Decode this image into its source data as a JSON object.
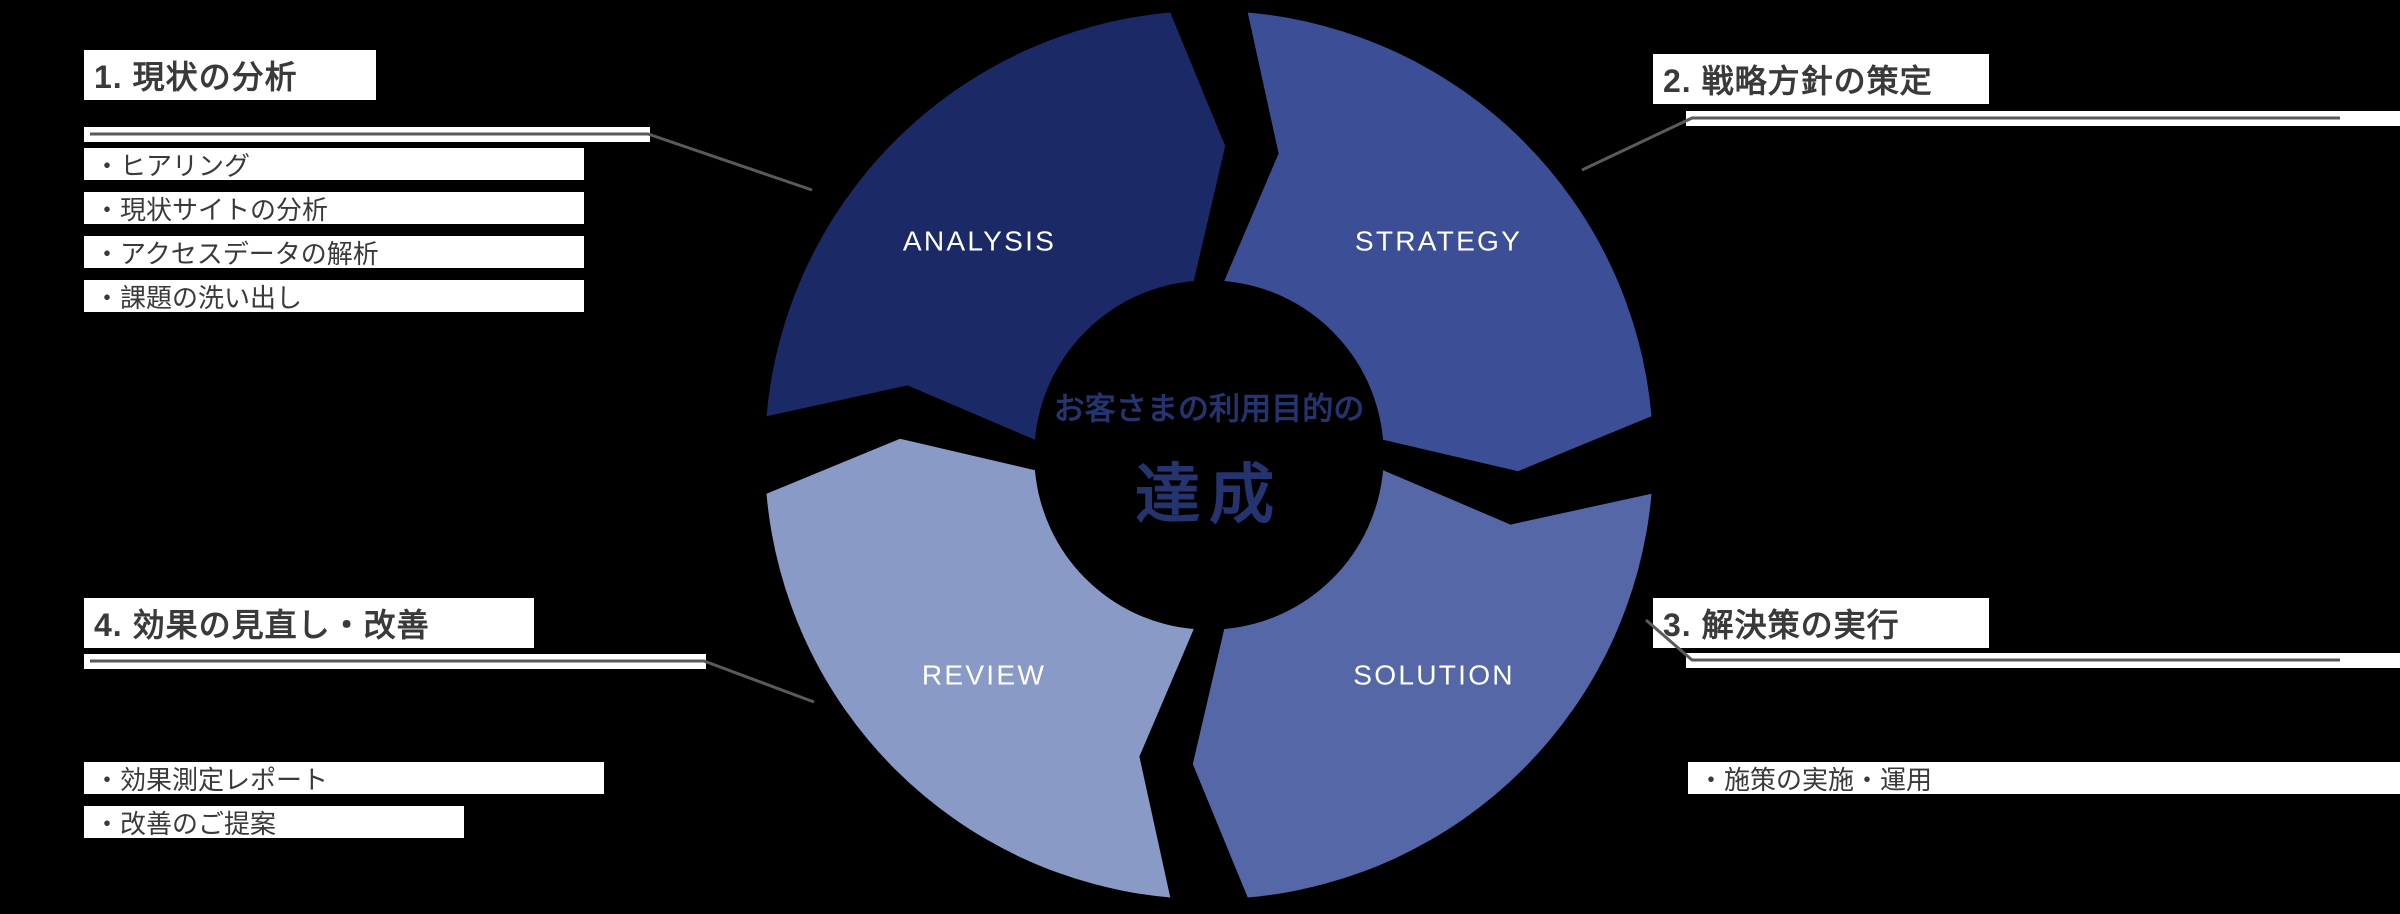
{
  "colors": {
    "background": "#000000",
    "band": "#ffffff",
    "segment_analysis": "#1b2a67",
    "segment_strategy": "#3c4e95",
    "segment_solution": "#5567a7",
    "segment_review": "#8a9ac6",
    "segment_label": "#ffffff",
    "center_text": "#25336f",
    "annotation_text": "#3a3a3a",
    "connector": "#5a5a5a"
  },
  "cycle": {
    "segments": [
      {
        "label": "ANALYSIS"
      },
      {
        "label": "STRATEGY"
      },
      {
        "label": "SOLUTION"
      },
      {
        "label": "REVIEW"
      }
    ],
    "center": {
      "line1": "お客さまの利用目的の",
      "line2": "達成"
    }
  },
  "annotations": {
    "block1": {
      "heading": "1. 現状の分析",
      "items": [
        "・ヒアリング",
        "・現状サイトの分析",
        "・アクセスデータの解析",
        "・課題の洗い出し"
      ]
    },
    "block2": {
      "heading": "2. 戦略方針の策定",
      "items": []
    },
    "block3": {
      "heading": "3. 解決策の実行",
      "items": [
        "・施策の実施・運用"
      ]
    },
    "block4": {
      "heading": "4. 効果の見直し・改善",
      "items": [
        "・効果測定レポート",
        "・改善のご提案"
      ]
    }
  }
}
